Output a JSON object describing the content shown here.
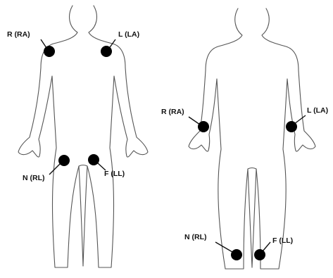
{
  "figure": {
    "colors": {
      "outline": "#555555",
      "electrode": "#000000",
      "text": "#111111",
      "background": "#ffffff"
    },
    "left_figure": {
      "electrodes": [
        {
          "key": "ra",
          "label": "R (RA)"
        },
        {
          "key": "la",
          "label": "L (LA)"
        },
        {
          "key": "rl",
          "label": "N (RL)"
        },
        {
          "key": "ll",
          "label": "F (LL)"
        }
      ]
    },
    "right_figure": {
      "electrodes": [
        {
          "key": "ra",
          "label": "R (RA)"
        },
        {
          "key": "la",
          "label": "L (LA)"
        },
        {
          "key": "rl",
          "label": "N (RL)"
        },
        {
          "key": "ll",
          "label": "F (LL)"
        }
      ]
    }
  }
}
